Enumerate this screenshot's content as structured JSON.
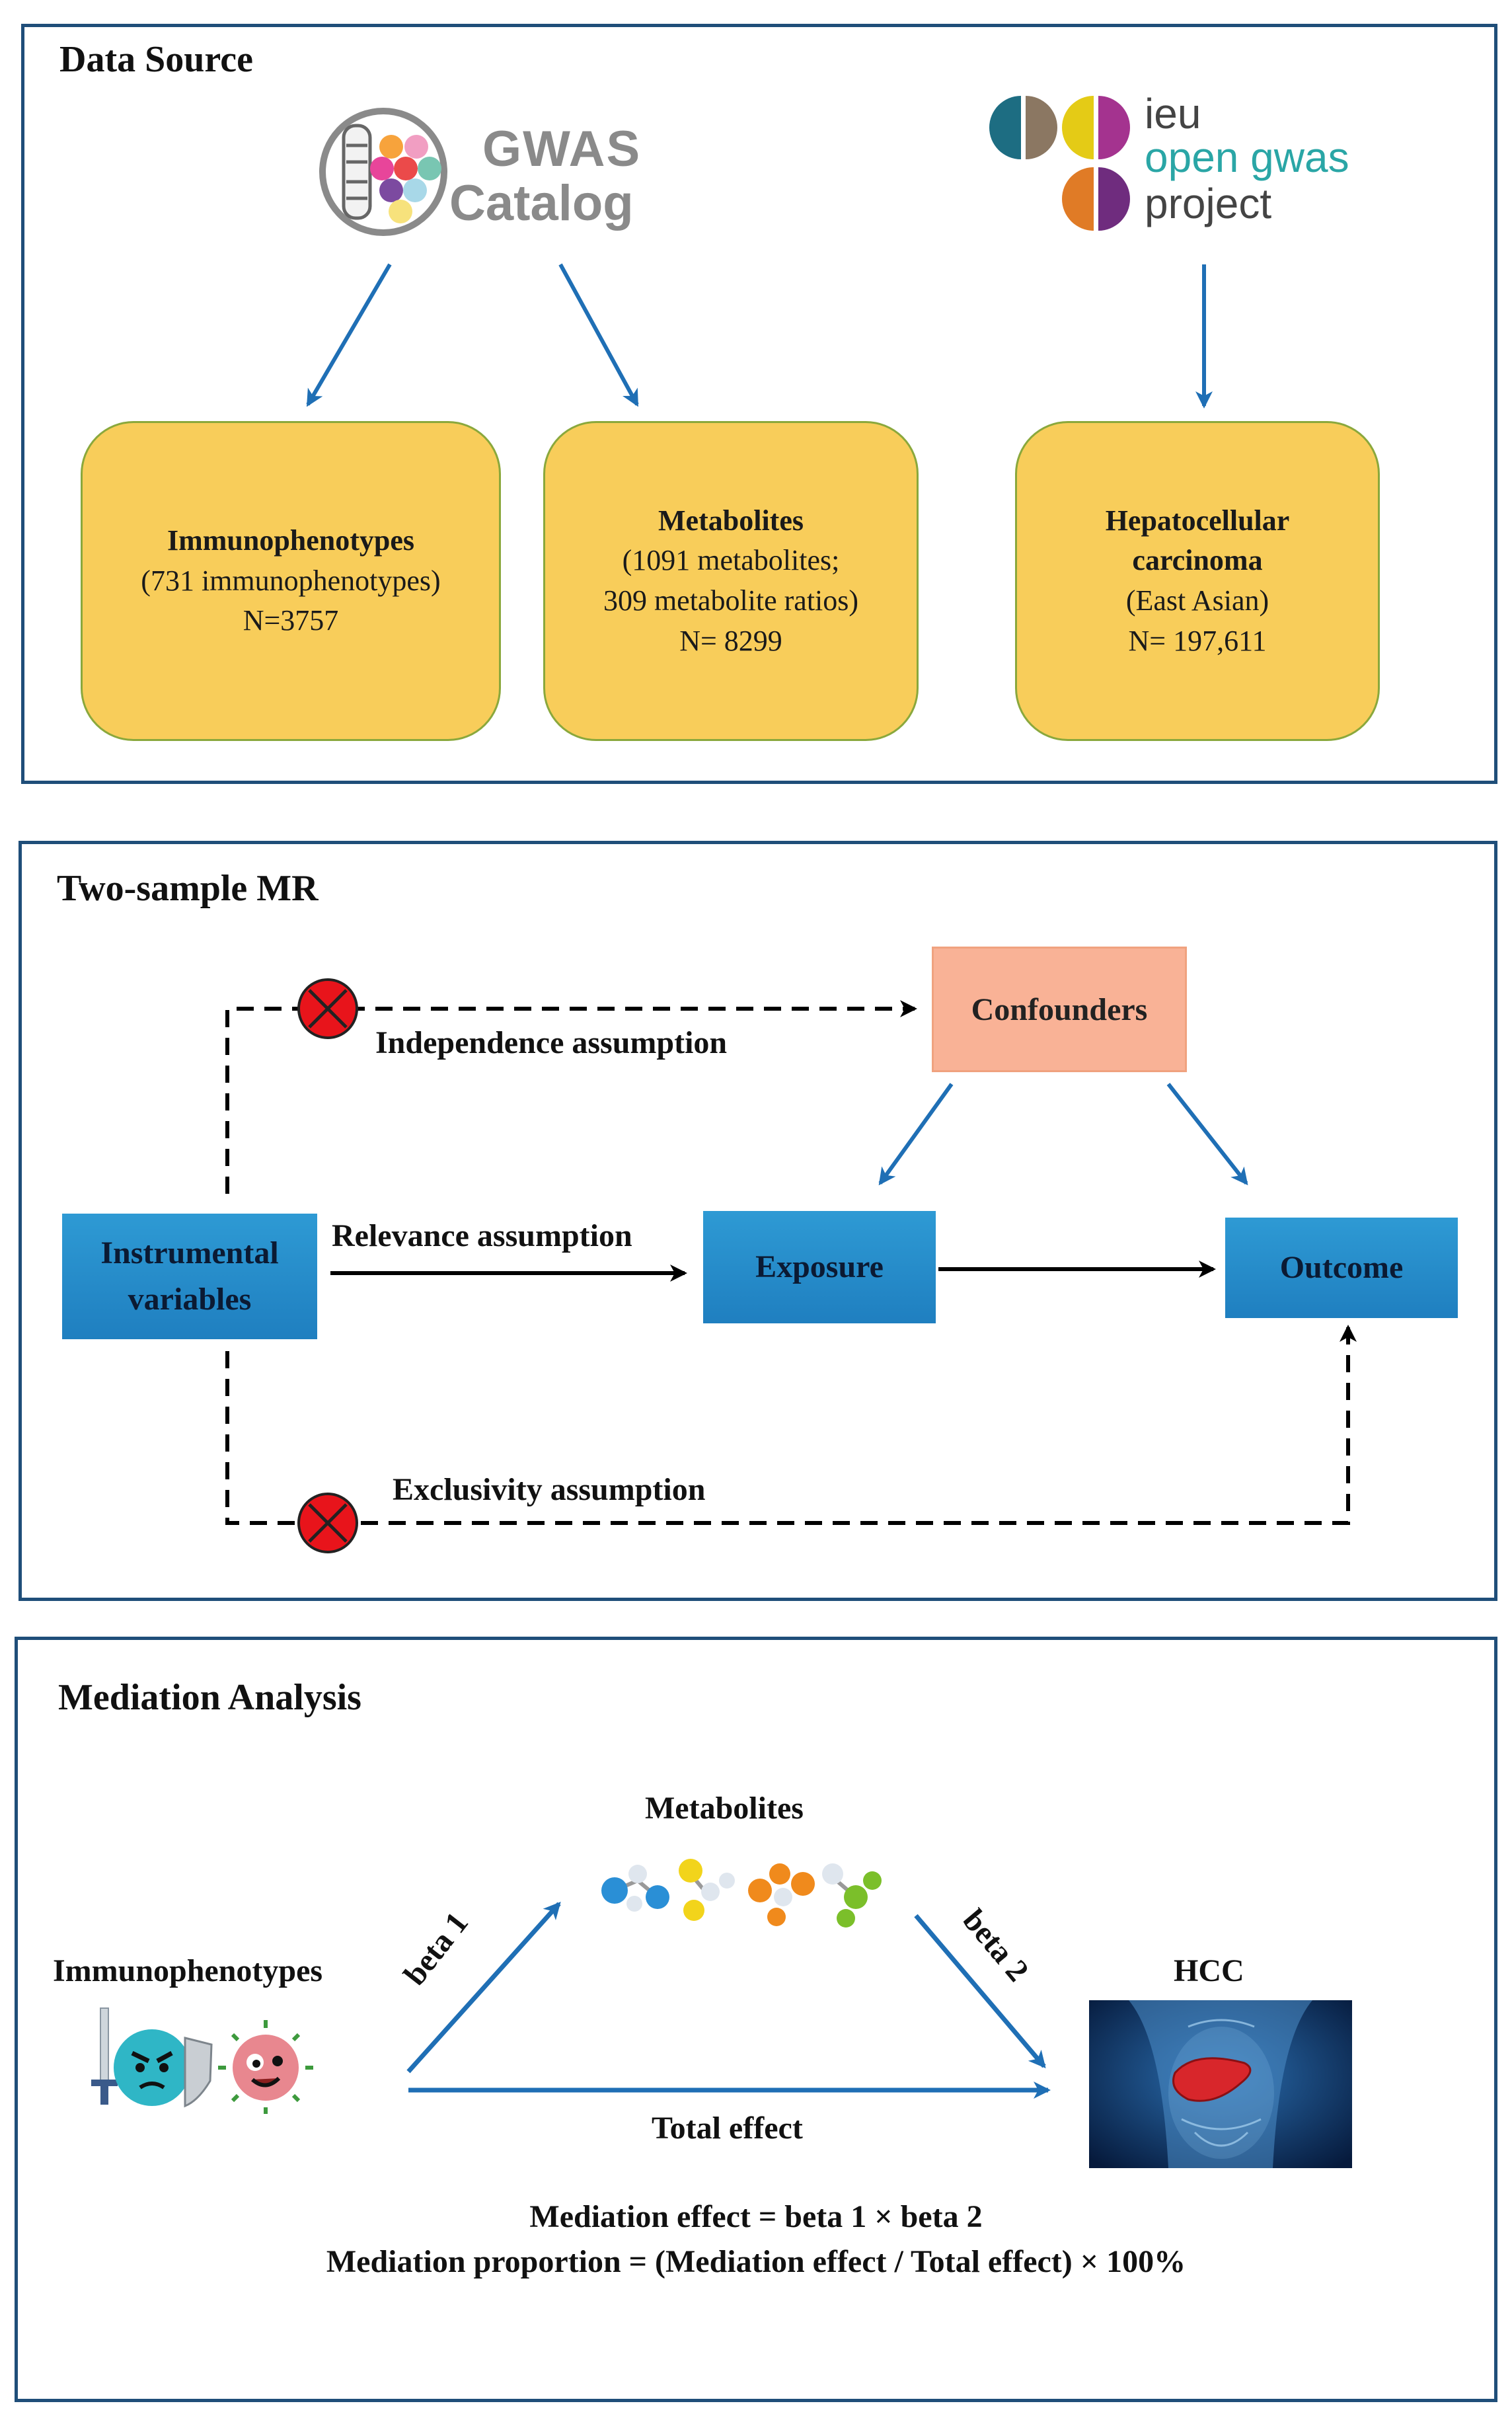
{
  "data_source": {
    "title": "Data Source",
    "gwas_logo": {
      "line1": "GWAS",
      "line2": "Catalog"
    },
    "ieu_logo": {
      "line1": "ieu",
      "line2": "open gwas",
      "line3": "project"
    },
    "boxes": [
      {
        "title": "Immunophenotypes",
        "line2": "(731 immunophenotypes)",
        "line3": "N=3757"
      },
      {
        "title": "Metabolites",
        "line2": "(1091 metabolites;",
        "line3": "309 metabolite ratios)",
        "line4": "N= 8299"
      },
      {
        "title1": "Hepatocellular",
        "title2": "carcinoma",
        "line3": "(East Asian)",
        "line4": "N= 197,611"
      }
    ]
  },
  "mr": {
    "title": "Two-sample MR",
    "confounders": "Confounders",
    "iv_line1": "Instrumental",
    "iv_line2": "variables",
    "exposure": "Exposure",
    "outcome": "Outcome",
    "independence": "Independence assumption",
    "relevance": "Relevance assumption",
    "exclusivity": "Exclusivity assumption"
  },
  "mediation": {
    "title": "Mediation Analysis",
    "metabolites": "Metabolites",
    "immunophenotypes": "Immunophenotypes",
    "hcc": "HCC",
    "beta1": "beta 1",
    "beta2": "beta 2",
    "total_effect": "Total effect",
    "formula1": "Mediation effect = beta 1 × beta 2",
    "formula2": "Mediation proportion = (Mediation effect / Total effect) × 100%"
  },
  "colors": {
    "panel_border": "#1f4e79",
    "arrow_blue": "#1f6fb5",
    "yellow_box": "#f8cd5a",
    "blue_box": "#2e9ad4",
    "confounder_box": "#f9b296",
    "red_cross": "#e8141b"
  }
}
